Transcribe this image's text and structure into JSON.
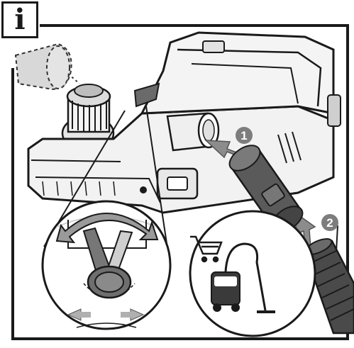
{
  "info_badge": {
    "glyph": "i"
  },
  "steps": [
    {
      "number": "1"
    },
    {
      "number": "2"
    }
  ],
  "colors": {
    "outline": "#1a1a1a",
    "tool_body": "#f2f2f2",
    "tool_shade": "#c8c8c8",
    "step_marker": "#7d7d7d",
    "adapter": "#5a5a5a",
    "hose": "#4a4a4a",
    "arrow_gray": "#8c8c8c"
  },
  "icons": [
    "info-icon",
    "shopping-cart-icon",
    "vacuum-cleaner-icon",
    "rotate-arrows-icon"
  ]
}
